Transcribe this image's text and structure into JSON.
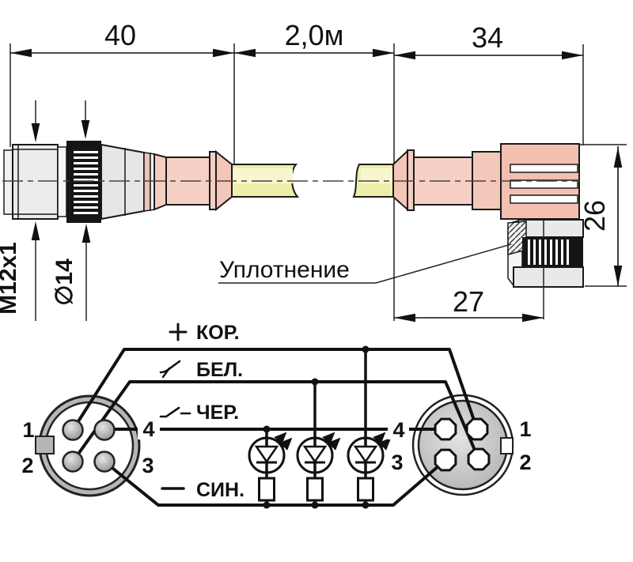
{
  "drawing": {
    "dims": {
      "left_connector": "40",
      "cable": "2,0м",
      "right_connector": "34",
      "right_height": "26",
      "right_depth": "27",
      "thread": "М12х1",
      "diameter": "∅14"
    },
    "seal_label": "Уплотнение"
  },
  "wiring": {
    "wires": [
      {
        "polarity": "+",
        "symbol_icon": "plus-icon",
        "color": "КОР."
      },
      {
        "symbol_icon": "switch-contact-icon",
        "color": "БЕЛ."
      },
      {
        "symbol_icon": "switch-contact-dash-icon",
        "color": "ЧЕР."
      },
      {
        "polarity": "−",
        "symbol_icon": "minus-icon",
        "color": "СИН."
      }
    ],
    "left_pins": [
      "1",
      "2",
      "4",
      "3"
    ],
    "right_pins": [
      "4",
      "1",
      "3",
      "2"
    ],
    "led_count": 3
  },
  "colors": {
    "body_pink": "#f5cdc1",
    "head_pink": "#f2bfb1",
    "cable_yellow": "#eeeeab",
    "metal_gray": "#ececec",
    "ring_gray": "#b6b6b6",
    "line": "#111111",
    "background": "#ffffff"
  }
}
